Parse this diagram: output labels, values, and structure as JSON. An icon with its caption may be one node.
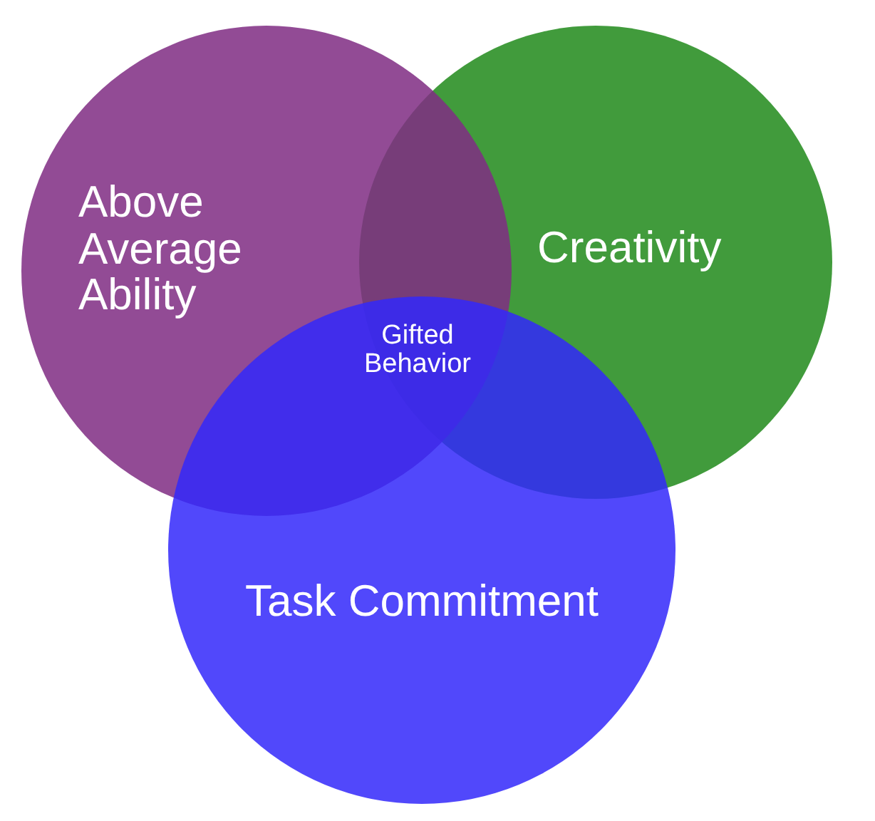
{
  "diagram": {
    "nodes": [
      {
        "text": [
          "Above Average Ability"
        ]
      },
      {
        "text": [
          "Creativity"
        ]
      },
      {
        "text": [
          "Task Commitment"
        ]
      }
    ],
    "labels": [
      "Gifted Behavior"
    ]
  }
}
